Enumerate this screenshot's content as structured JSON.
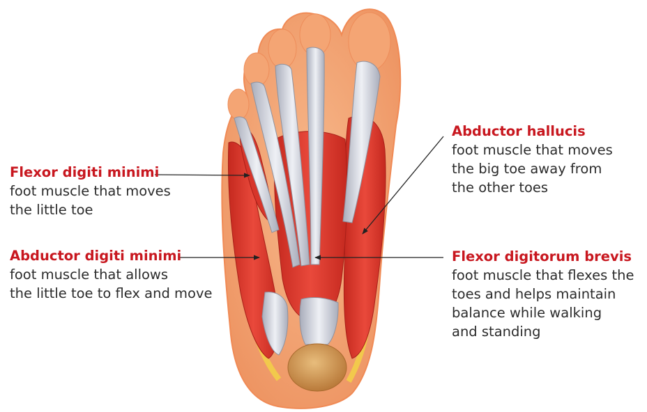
{
  "labels": {
    "flexor_digiti_minimi": {
      "title": "Flexor digiti minimi",
      "desc": [
        "foot muscle that moves",
        "the little toe"
      ]
    },
    "abductor_digiti_minimi": {
      "title": "Abductor digiti minimi",
      "desc": [
        "foot muscle that allows",
        "the little toe to flex and move"
      ]
    },
    "abductor_hallucis": {
      "title": "Abductor hallucis",
      "desc": [
        "foot muscle that moves",
        "the big toe away from",
        "the other toes"
      ]
    },
    "flexor_digitorum_brevis": {
      "title": "Flexor digitorum brevis",
      "desc": [
        "foot muscle that flexes the",
        "toes and helps maintain",
        "balance while walking",
        "and standing"
      ]
    }
  },
  "colors": {
    "label_title": "#c8171f",
    "label_text": "#2b2b2b",
    "skin": "#f4a574",
    "muscle": "#d9362b",
    "tendon": "#c9ccd6",
    "fat": "#f2c94c",
    "heel_pad": "#d9a35f"
  }
}
